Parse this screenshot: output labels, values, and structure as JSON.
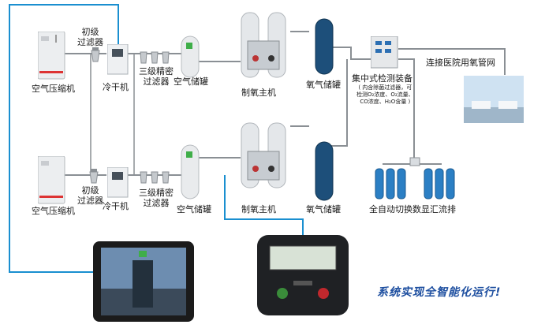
{
  "labels": {
    "compressor_top": "空气压缩机",
    "compressor_bottom": "空气压缩机",
    "prefilter_top": "初级\n过滤器",
    "prefilter_bottom": "初级\n过滤器",
    "dryer_top": "冷干机",
    "dryer_bottom": "冷干机",
    "finefilter_top": "三级精密\n过滤器",
    "finefilter_bottom": "三级精密\n过滤器",
    "airtank_top": "空气储罐",
    "airtank_bottom": "空气储罐",
    "generator_top": "制氧主机",
    "generator_bottom": "制氧主机",
    "oxytank_top": "氧气储罐",
    "oxytank_bottom": "氧气储罐",
    "monitor_title": "集中式检测装备",
    "monitor_desc": "( 内含除菌过滤器，可\n检测O₂浓度、O₂流量、\nCO浓度、H₂O含量 )",
    "hospital": "连接医院用氧管网",
    "manifold": "全自动切换数显汇流排",
    "slogan": "系统实现全智能化运行!"
  },
  "colors": {
    "pipe_blue": "#1a8fd0",
    "pipe_gray": "#8a8f94",
    "tank_blue": "#1d4f7a",
    "slogan": "#1e4fa0"
  }
}
